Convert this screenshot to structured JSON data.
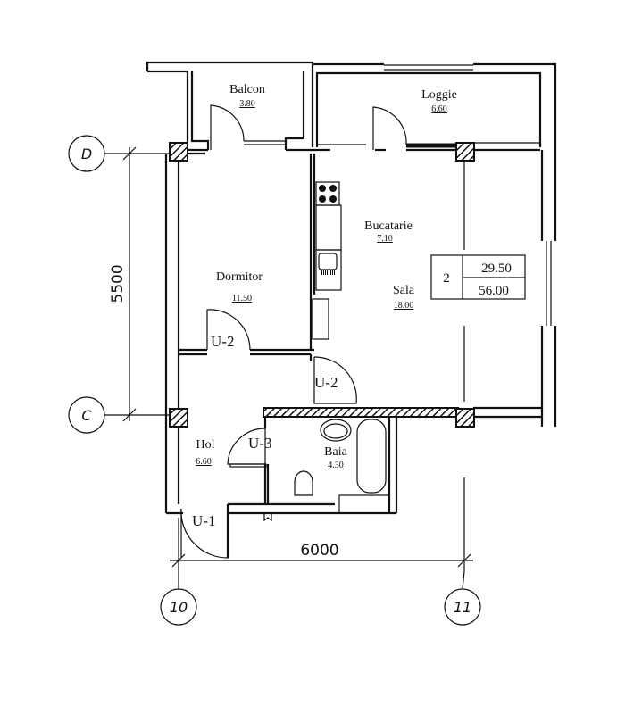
{
  "rooms": {
    "balcon": {
      "name": "Balcon",
      "area": "3.80"
    },
    "loggie": {
      "name": "Loggie",
      "area": "6.60"
    },
    "bucatarie": {
      "name": "Bucatarie",
      "area": "7.10"
    },
    "dormitor": {
      "name": "Dormitor",
      "area": "11.50"
    },
    "sala": {
      "name": "Sala",
      "area": "18.00"
    },
    "hol": {
      "name": "Hol",
      "area": "6.60"
    },
    "baia": {
      "name": "Baia",
      "area": "4.30"
    }
  },
  "doors": {
    "u2a": "U-2",
    "u2b": "U-2",
    "u3": "U-3",
    "u1": "U-1"
  },
  "summary": {
    "rooms_count": "2",
    "living_area": "29.50",
    "total_area": "56.00"
  },
  "dimensions": {
    "vertical": "5500",
    "horizontal": "6000"
  },
  "axes": {
    "d": "D",
    "c": "C",
    "ten": "10",
    "eleven": "11"
  }
}
